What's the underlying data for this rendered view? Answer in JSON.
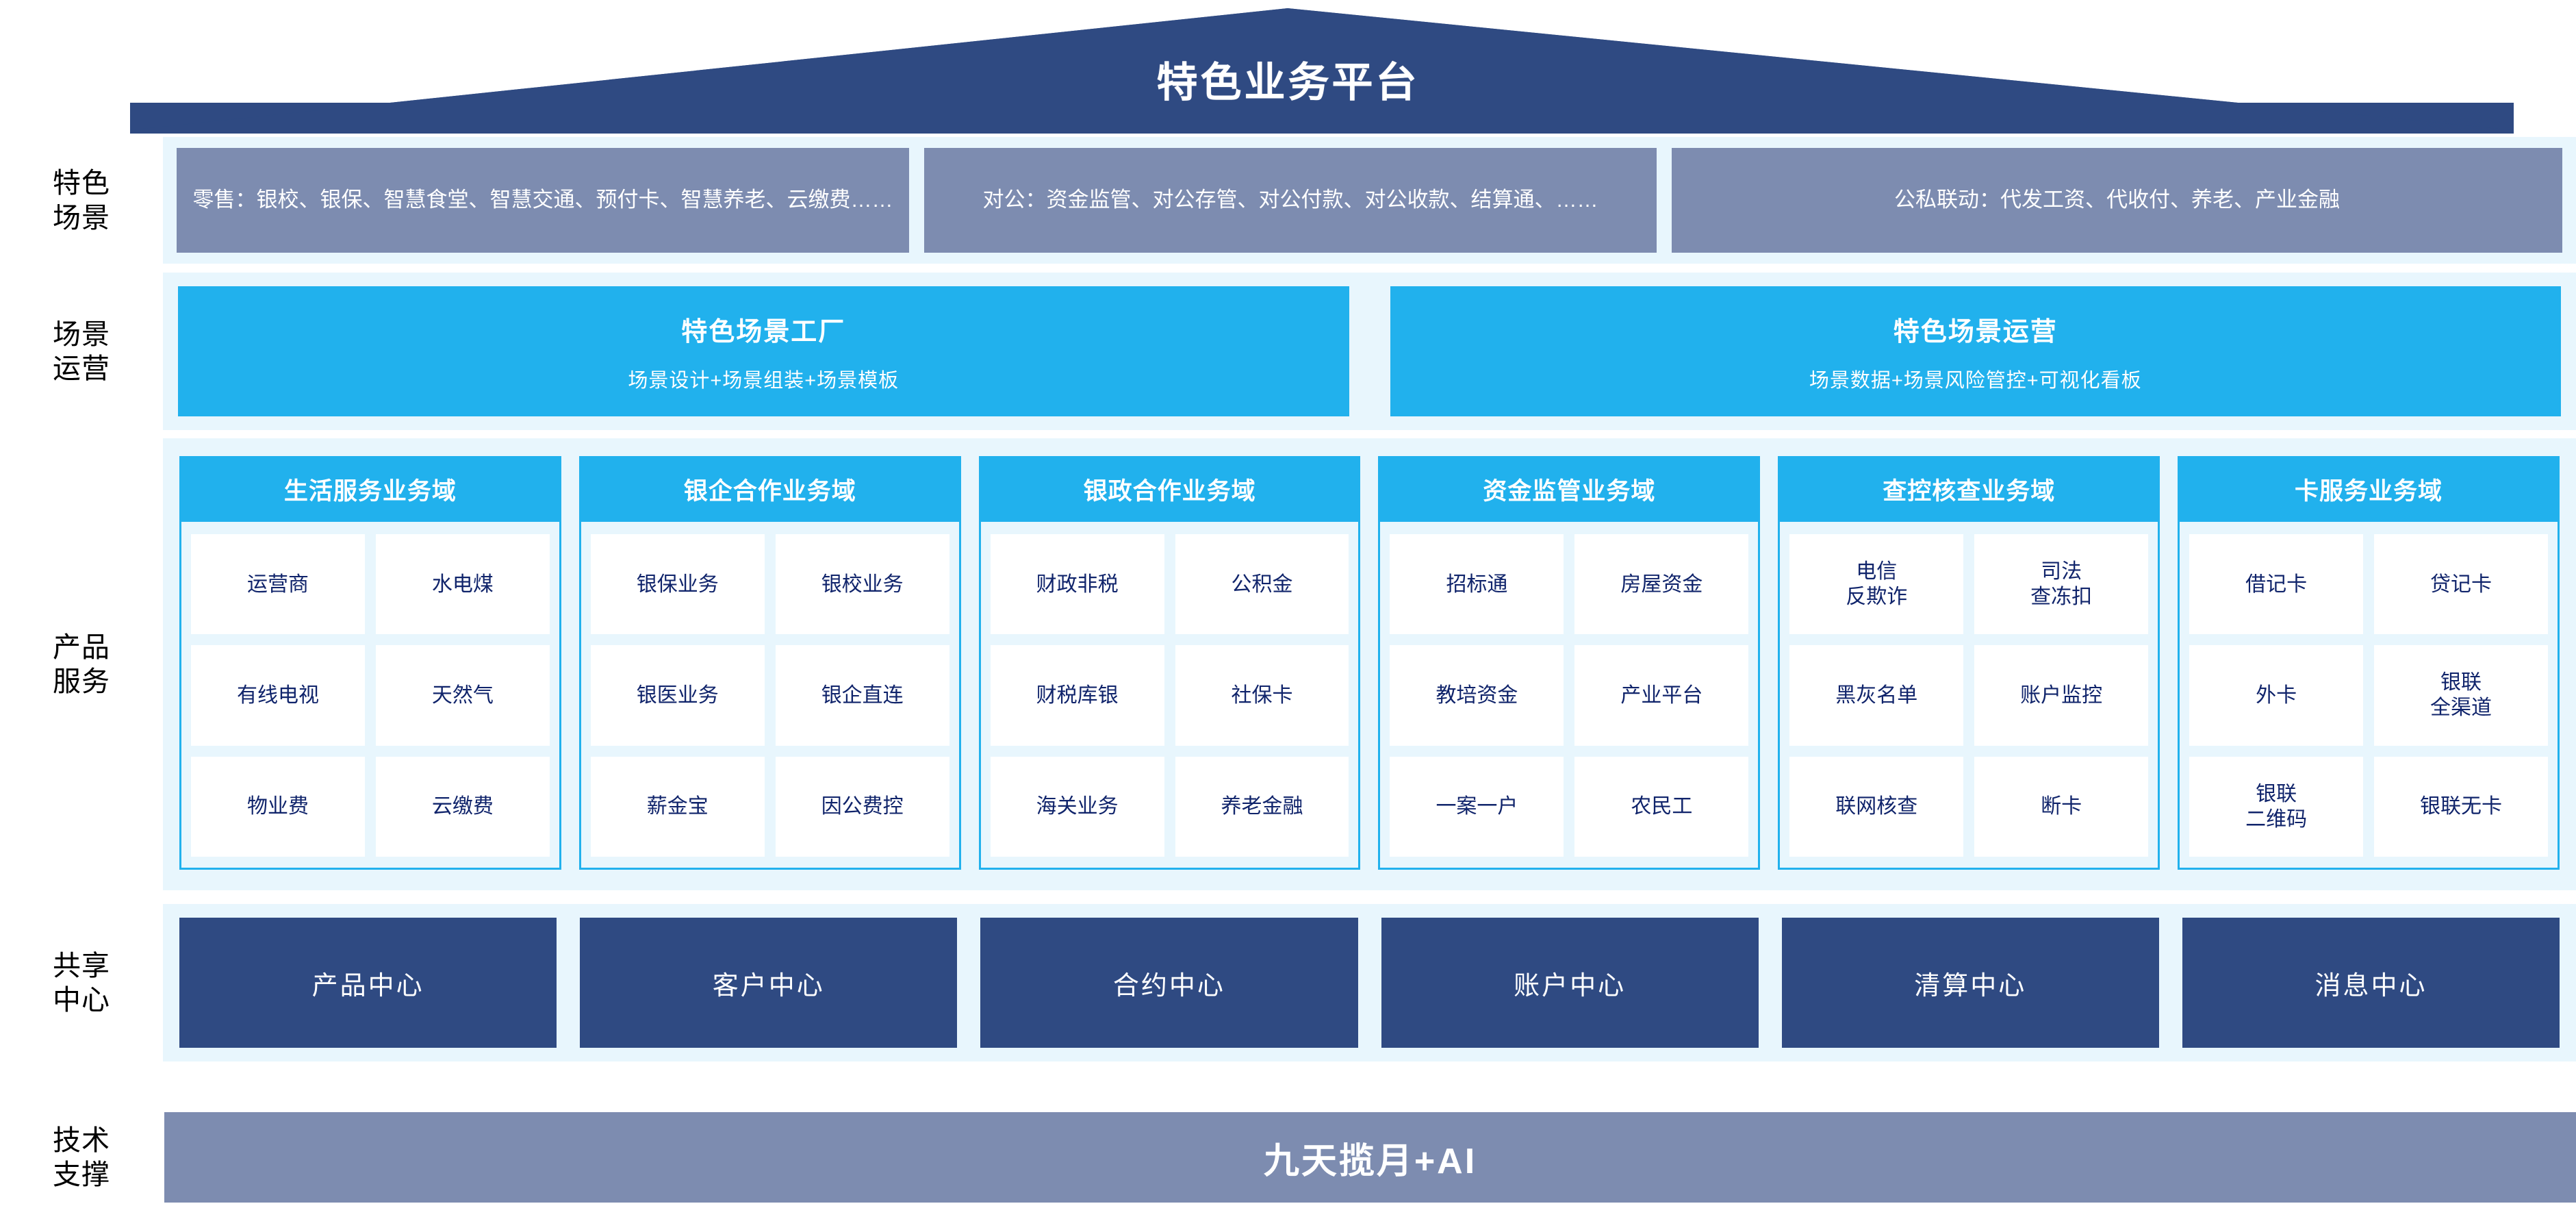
{
  "header": {
    "title": "特色业务平台",
    "roof_color": "#2f4a82"
  },
  "colors": {
    "roof_navy": "#2f4a82",
    "band_gray_blue": "#7d8cb0",
    "cyan": "#21b1ed",
    "section_bg": "#e8f6fd",
    "cell_text": "#10246b",
    "shared_navy": "#2f4a82"
  },
  "rows": {
    "scenes": {
      "label_line1": "特色",
      "label_line2": "场景",
      "boxes": [
        {
          "text": "零售：银校、银保、智慧食堂、智慧交通、预付卡、智慧养老、云缴费……"
        },
        {
          "text": "对公：资金监管、对公存管、对公付款、对公收款、结算通、……"
        },
        {
          "text": "公私联动：代发工资、代收付、养老、产业金融"
        }
      ]
    },
    "scene_ops": {
      "label_line1": "场景",
      "label_line2": "运营",
      "boxes": [
        {
          "title": "特色场景工厂",
          "subtitle": "场景设计+场景组装+场景模板"
        },
        {
          "title": "特色场景运营",
          "subtitle": "场景数据+场景风险管控+可视化看板"
        }
      ]
    },
    "products": {
      "label_line1": "产品",
      "label_line2": "服务",
      "domains": [
        {
          "title": "生活服务业务域",
          "cells": [
            "运营商",
            "水电煤",
            "有线电视",
            "天然气",
            "物业费",
            "云缴费"
          ]
        },
        {
          "title": "银企合作业务域",
          "cells": [
            "银保业务",
            "银校业务",
            "银医业务",
            "银企直连",
            "薪金宝",
            "因公费控"
          ]
        },
        {
          "title": "银政合作业务域",
          "cells": [
            "财政非税",
            "公积金",
            "财税库银",
            "社保卡",
            "海关业务",
            "养老金融"
          ]
        },
        {
          "title": "资金监管业务域",
          "cells": [
            "招标通",
            "房屋资金",
            "教培资金",
            "产业平台",
            "一案一户",
            "农民工"
          ]
        },
        {
          "title": "查控核查业务域",
          "cells": [
            "电信\n反欺诈",
            "司法\n查冻扣",
            "黑灰名单",
            "账户监控",
            "联网核查",
            "断卡"
          ]
        },
        {
          "title": "卡服务业务域",
          "cells": [
            "借记卡",
            "贷记卡",
            "外卡",
            "银联\n全渠道",
            "银联\n二维码",
            "银联无卡"
          ]
        }
      ]
    },
    "shared_centers": {
      "label_line1": "共享",
      "label_line2": "中心",
      "boxes": [
        "产品中心",
        "客户中心",
        "合约中心",
        "账户中心",
        "清算中心",
        "消息中心"
      ]
    },
    "tech_support": {
      "label_line1": "技术",
      "label_line2": "支撑",
      "band_text": "九天揽月+AI"
    }
  }
}
